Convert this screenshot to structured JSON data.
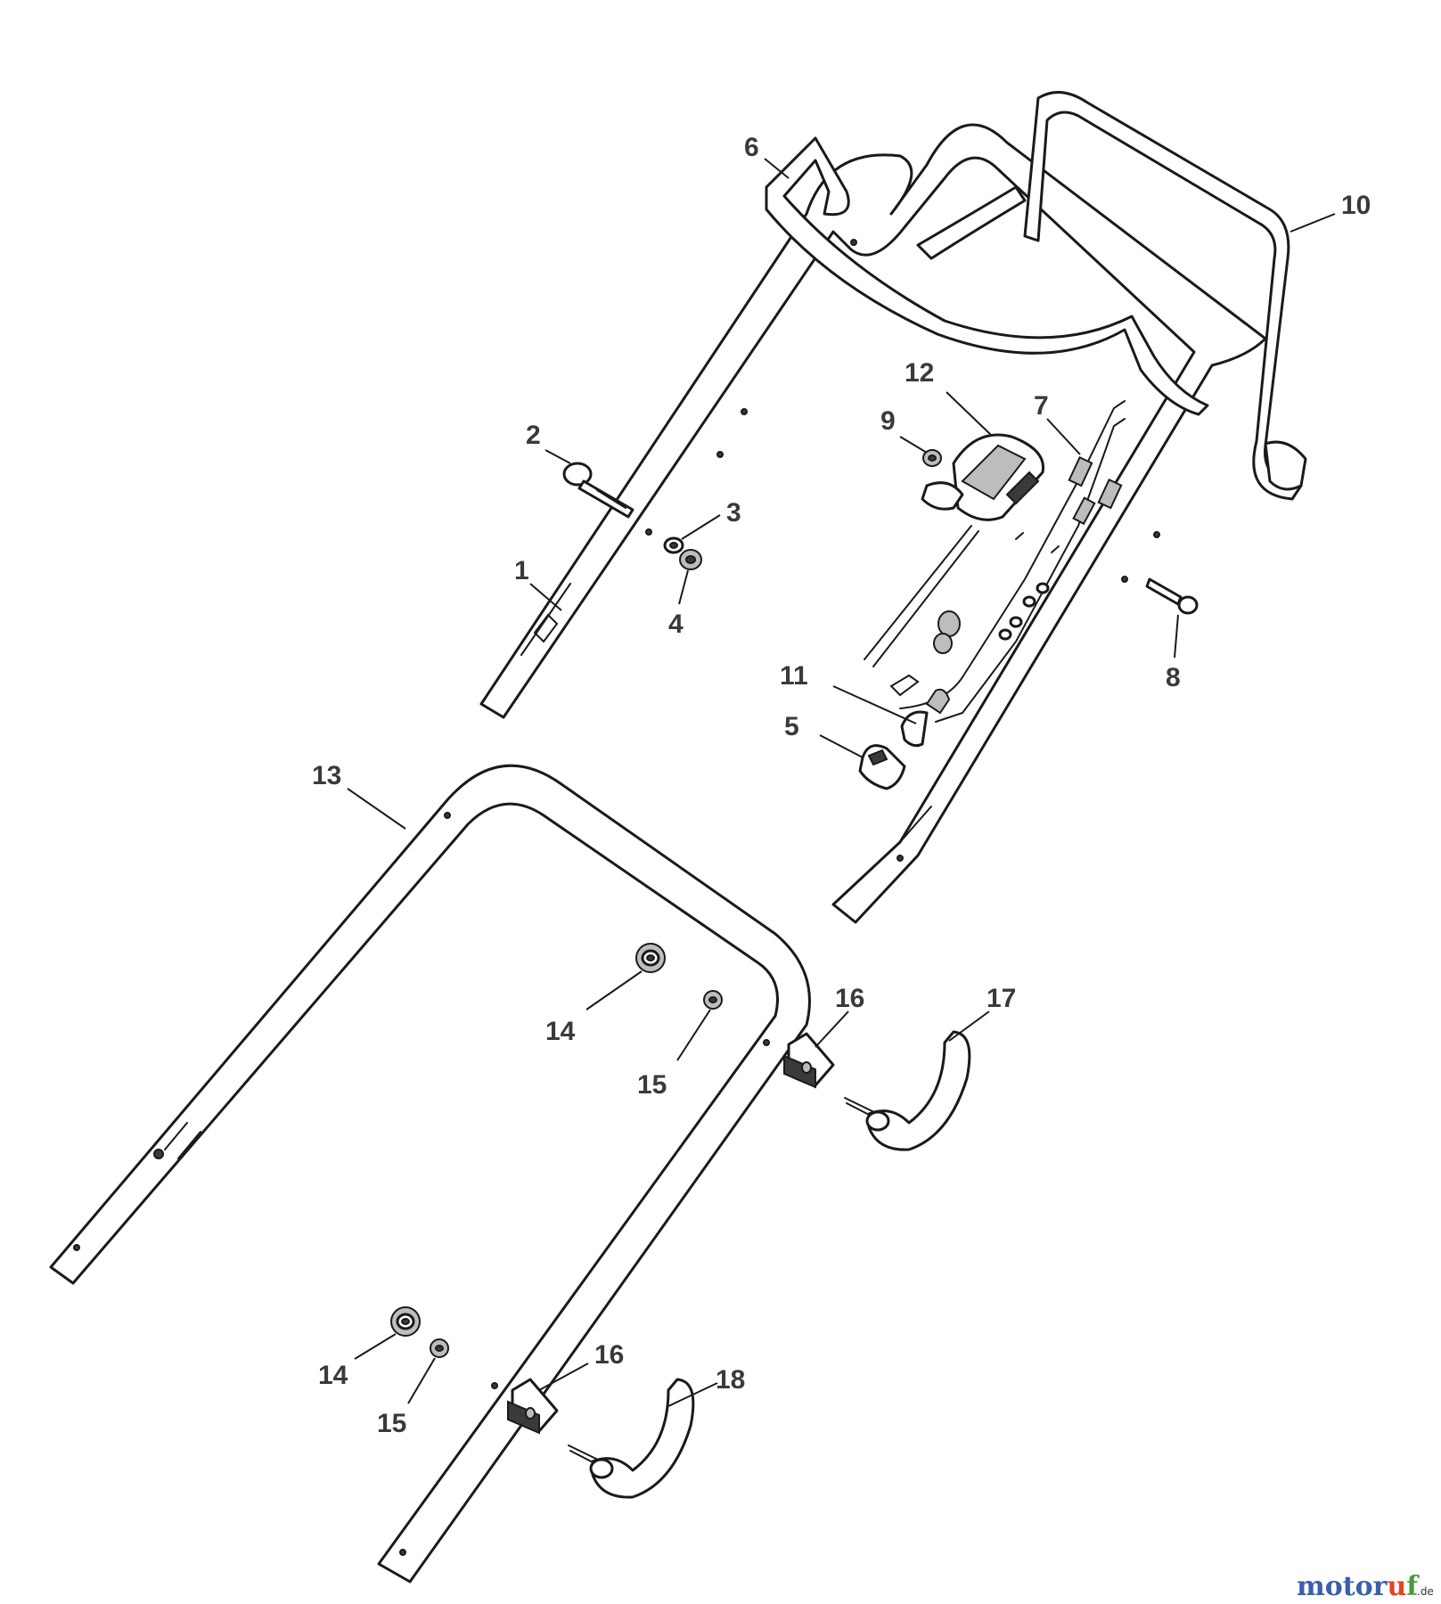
{
  "callouts": {
    "c1": "1",
    "c2": "2",
    "c3": "3",
    "c4": "4",
    "c5": "5",
    "c6": "6",
    "c7": "7",
    "c8": "8",
    "c9": "9",
    "c10": "10",
    "c11": "11",
    "c12": "12",
    "c13": "13",
    "c14a": "14",
    "c15a": "15",
    "c16a": "16",
    "c17": "17",
    "c14b": "14",
    "c15b": "15",
    "c16b": "16",
    "c18": "18"
  },
  "watermark": {
    "prefix": "motor",
    "mid": "u",
    "suffix": "f",
    "tld": ".de",
    "colors": {
      "motor": "#3b5fa8",
      "u": "#e2461f",
      "f": "#4a9a3a"
    }
  }
}
